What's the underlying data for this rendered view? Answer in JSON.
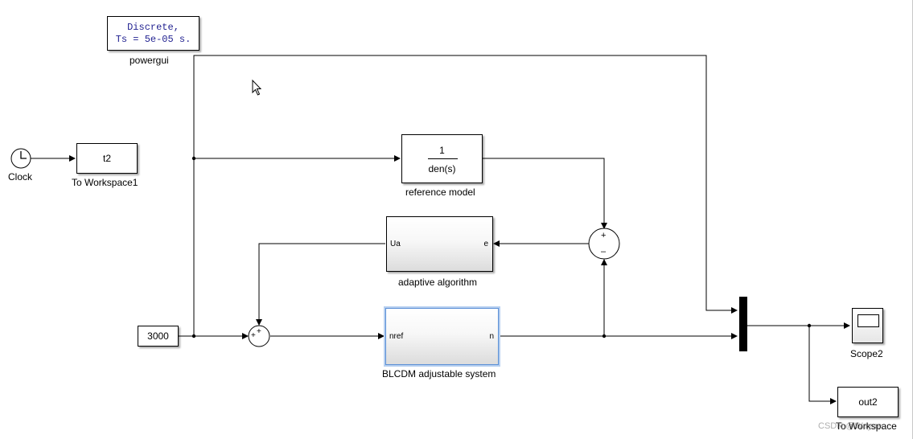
{
  "blocks": {
    "powergui": {
      "line1": "Discrete,",
      "line2": "Ts = 5e-05 s.",
      "label": "powergui"
    },
    "clock": {
      "label": "Clock"
    },
    "to_workspace1": {
      "text": "t2",
      "label": "To Workspace1"
    },
    "reference_model": {
      "numerator": "1",
      "denominator": "den(s)",
      "label": "reference model"
    },
    "adaptive_algorithm": {
      "port_in": "e",
      "port_out": "Ua",
      "label": "adaptive algorithm"
    },
    "sum_error": {
      "sign_top": "+",
      "sign_bottom": "–"
    },
    "constant": {
      "value": "3000"
    },
    "sum_input": {
      "sign_top": "+",
      "sign_left": "+"
    },
    "blcdm": {
      "port_in": "nref",
      "port_out": "n",
      "label": "BLCDM adjustable system"
    },
    "scope2": {
      "label": "Scope2"
    },
    "to_workspace": {
      "text": "out2",
      "label": "To Workspace"
    }
  },
  "watermark": "CSDN @Wayne..."
}
